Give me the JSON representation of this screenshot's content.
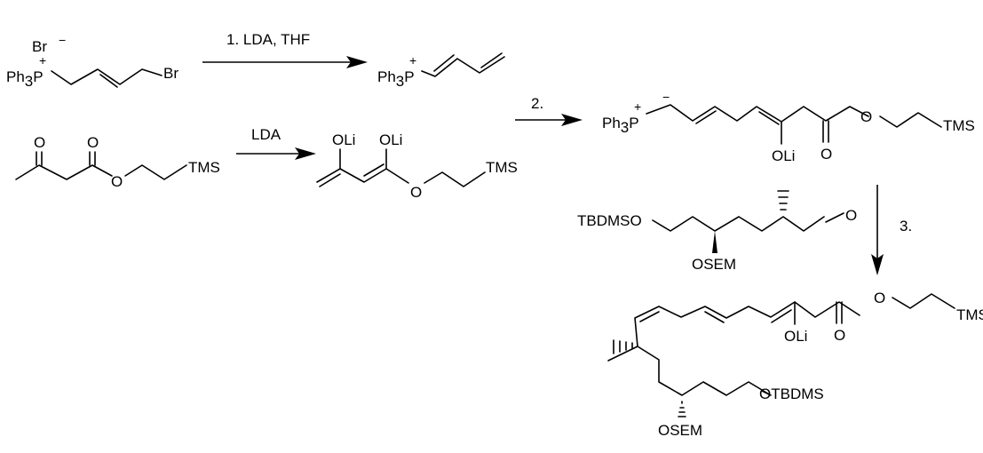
{
  "reagents": {
    "step1": "1. LDA, THF",
    "lda": "LDA",
    "step2": "2.",
    "step3": "3."
  },
  "atoms": {
    "br_anion": "Br",
    "anion_charge": "−",
    "ph": "Ph",
    "three": "3",
    "p": "P",
    "plus": "+",
    "br": "Br",
    "o": "O",
    "oli": "OLi",
    "tms": "TMS",
    "tbdmso": "TBDMSO",
    "otbdms": "OTBDMS",
    "osem": "OSEM",
    "ylide_charge": "−"
  }
}
